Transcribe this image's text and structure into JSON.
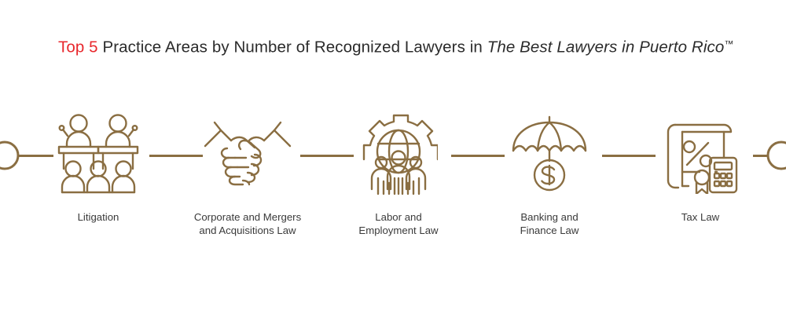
{
  "page": {
    "background_color": "#ffffff",
    "accent_color": "#e8272c",
    "icon_color": "#8a6e42",
    "text_color": "#2b2b2b"
  },
  "title": {
    "accent": "Top 5",
    "middle": " Practice Areas by Number of Recognized Lawyers in ",
    "publication": "The Best Lawyers in Puerto Rico",
    "trademark": "™"
  },
  "flow": {
    "nodes": [
      {
        "id": "litigation",
        "icon": "courtroom-icon",
        "label": "Litigation",
        "rank": 1
      },
      {
        "id": "corporate-ma",
        "icon": "handshake-icon",
        "label": "Corporate and Mergers\nand Acquisitions Law",
        "rank": 2
      },
      {
        "id": "labor-employment",
        "icon": "gear-globe-people-icon",
        "label": "Labor and\nEmployment Law",
        "rank": 3
      },
      {
        "id": "banking-finance",
        "icon": "umbrella-dollar-icon",
        "label": "Banking and\nFinance Law",
        "rank": 4
      },
      {
        "id": "tax-law",
        "icon": "scroll-calculator-icon",
        "label": "Tax Law",
        "rank": 5
      }
    ],
    "endcaps": [
      "circle-endcap-left",
      "circle-endcap-right"
    ]
  }
}
